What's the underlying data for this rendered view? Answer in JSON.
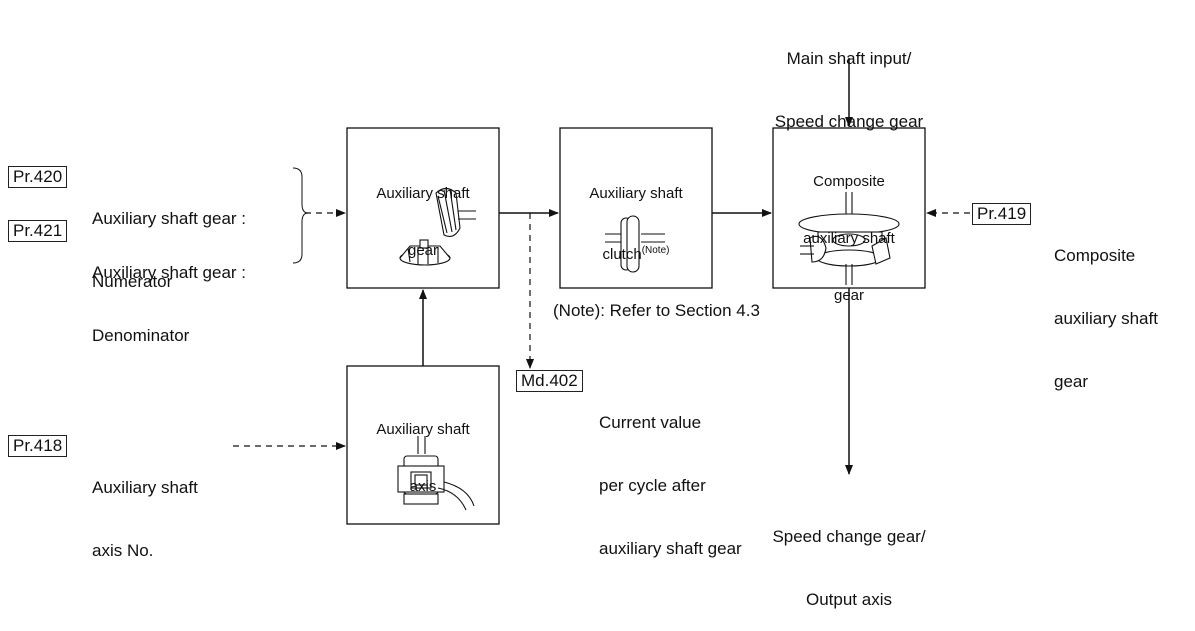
{
  "top_input": {
    "line1": "Main shaft input/",
    "line2": "Speed change gear"
  },
  "bottom_output": {
    "line1": "Speed change gear/",
    "line2": "Output axis"
  },
  "blocks": {
    "aux_gear": {
      "line1": "Auxiliary shaft",
      "line2": "gear"
    },
    "aux_clutch": {
      "line1": "Auxiliary shaft",
      "line2": "clutch",
      "sup": "(Note)"
    },
    "composite": {
      "line1": "Composite",
      "line2": "auxiliary shaft",
      "line3": "gear"
    },
    "aux_axis": {
      "line1": "Auxiliary shaft",
      "line2": "axis"
    }
  },
  "params": {
    "pr420": {
      "code": "Pr.420",
      "line1": "Auxiliary shaft gear :",
      "line2": "Numerator"
    },
    "pr421": {
      "code": "Pr.421",
      "line1": "Auxiliary shaft gear :",
      "line2": "Denominator"
    },
    "pr418": {
      "code": "Pr.418",
      "line1": "Auxiliary shaft",
      "line2": "axis No."
    },
    "pr419": {
      "code": "Pr.419",
      "line1": "Composite",
      "line2": "auxiliary shaft",
      "line3": "gear"
    },
    "md402": {
      "code": "Md.402",
      "line1": "Current value",
      "line2": "per cycle after",
      "line3": "auxiliary shaft gear"
    }
  },
  "note": "(Note): Refer to Section 4.3"
}
